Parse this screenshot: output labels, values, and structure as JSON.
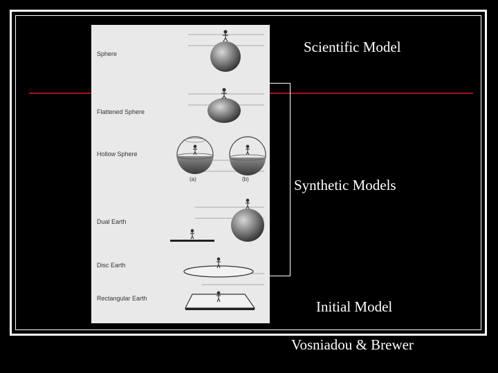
{
  "figure": {
    "labels": {
      "sphere": "Sphere",
      "flattened_sphere": "Flattened Sphere",
      "hollow_sphere": "Hollow Sphere",
      "dual_earth": "Dual Earth",
      "disc_earth": "Disc Earth",
      "rectangular_earth": "Rectangular Earth"
    },
    "sub_a": "(a)",
    "sub_b": "(b)"
  },
  "slide": {
    "scientific_model": "Scientific Model",
    "synthetic_models": "Synthetic Models",
    "initial_model": "Initial Model",
    "citation": "Vosniadou & Brewer"
  },
  "colors": {
    "background": "#000000",
    "frame": "#ffffff",
    "red_rule": "#b01010",
    "figure_paper": "#e9e9e9"
  }
}
